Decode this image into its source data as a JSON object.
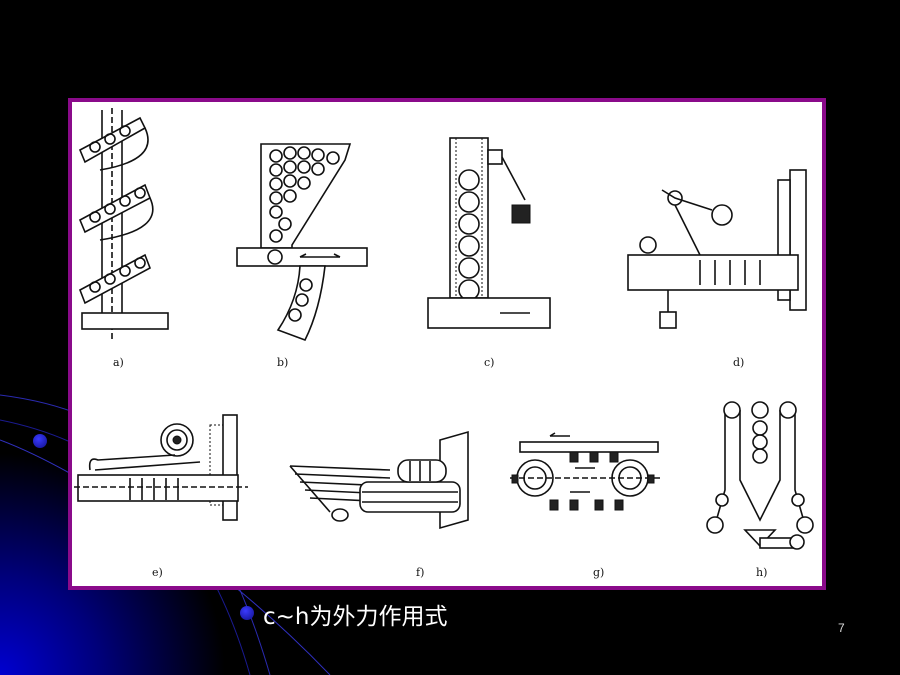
{
  "slide": {
    "page_number": "7",
    "caption": "c~h为外力作用式",
    "figure_labels": [
      "a)",
      "b)",
      "c)",
      "d)",
      "e)",
      "f)",
      "g)",
      "h)"
    ]
  },
  "colors": {
    "frame_border": "#8a0a8a",
    "background": "#000000",
    "accent_blue": "#0000c0"
  }
}
